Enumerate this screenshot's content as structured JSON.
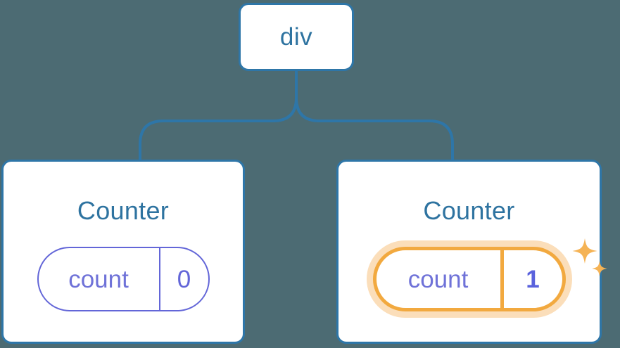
{
  "diagram": {
    "type": "component-tree",
    "title_node": "div",
    "background_color": "#4c6b73",
    "connector_color": "#2e76a8",
    "node_border_color": "#2e76a8",
    "node_fill_color": "#ffffff",
    "state_accent_color": "#6366d8",
    "highlight_color": "#f2a93f",
    "highlight_glow_color": "#f8be76"
  },
  "root": {
    "label": "div"
  },
  "children": [
    {
      "label": "Counter",
      "state": {
        "key": "count",
        "value": "0",
        "highlighted": false
      }
    },
    {
      "label": "Counter",
      "state": {
        "key": "count",
        "value": "1",
        "highlighted": true
      },
      "sparkle_icons": [
        "sparkle-large",
        "sparkle-small"
      ]
    }
  ]
}
